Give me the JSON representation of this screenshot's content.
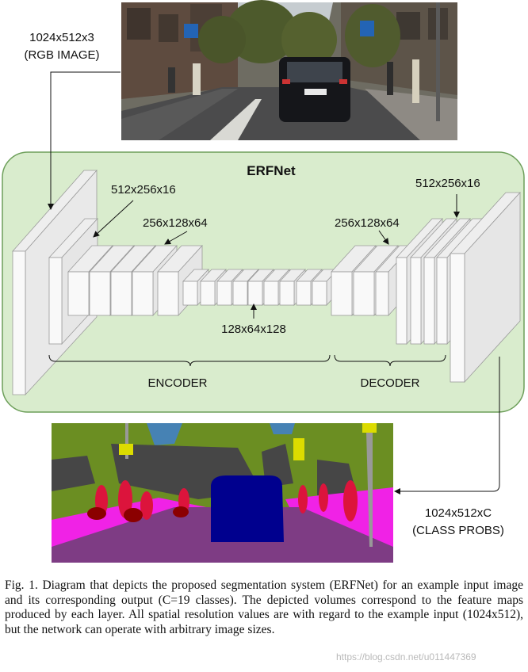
{
  "diagram": {
    "title": "ERFNet",
    "input_label_line1": "1024x512x3",
    "input_label_line2": "(RGB IMAGE)",
    "output_label_line1": "1024x512xC",
    "output_label_line2": "(CLASS PROBS)",
    "enc_label_1": "512x256x16",
    "enc_label_2": "256x128x64",
    "bottleneck_label": "128x64x128",
    "dec_label_1": "256x128x64",
    "dec_label_2": "512x256x16",
    "encoder_label": "ENCODER",
    "decoder_label": "DECODER",
    "colors": {
      "network_bg": "#d9eccd",
      "network_border": "#6d9f5a",
      "block_front": "#f7f7f7",
      "block_side": "#e6e6e6",
      "seg_road": "#7e3c84",
      "seg_sidewalk": "#f022e6",
      "seg_vegetation": "#6b8e22",
      "seg_building": "#464646",
      "seg_sky": "#4682b4",
      "seg_car": "#00008e",
      "seg_person": "#dc143c",
      "seg_rider": "#8b0000",
      "seg_pole": "#999999",
      "seg_sign": "#dcdc00"
    }
  },
  "caption": "Fig. 1.  Diagram that depicts the proposed segmentation system (ERFNet) for an example input image and its corresponding output (C=19 classes). The depicted volumes correspond to the feature maps produced by each layer. All spatial resolution values are with regard to the example input (1024x512), but the network can operate with arbitrary image sizes.",
  "watermark": "https://blog.csdn.net/u011447369"
}
